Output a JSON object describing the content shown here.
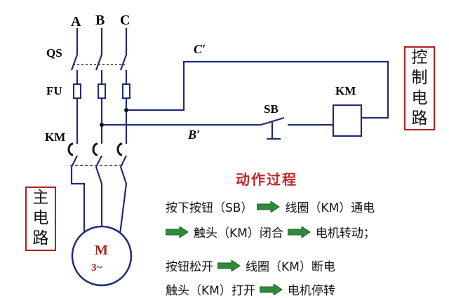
{
  "diagram": {
    "phases": [
      "A",
      "B",
      "C"
    ],
    "components": {
      "qs": "QS",
      "fu": "FU",
      "km": "KM",
      "sb": "SB",
      "coil": "KM"
    },
    "nodes": {
      "c_prime": "C′",
      "b_prime": "B′"
    },
    "main_circuit_label": [
      "主",
      "电",
      "路"
    ],
    "control_circuit_label": [
      "控",
      "制",
      "电",
      "路"
    ],
    "motor": {
      "name": "M",
      "phase": "3~"
    }
  },
  "process": {
    "title": "动作过程",
    "line1": {
      "a": "按下按钮（SB）",
      "b": "线圈（KM）通电"
    },
    "line2": {
      "a": "触头（KM）闭合",
      "b": "电机转动；"
    },
    "line3": {
      "a": "按钮松开",
      "b": "线圈（KM）断电"
    },
    "line4": {
      "a": "触头（KM）打开",
      "b": "电机停转"
    }
  },
  "colors": {
    "wire": "#1e2a78",
    "accent_red": "#c0262a",
    "arrow_green": "#2e8b3a",
    "box_border": "#b02020"
  }
}
